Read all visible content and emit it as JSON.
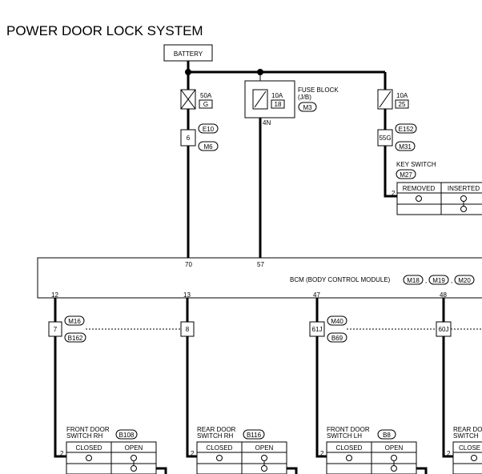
{
  "title": "POWER DOOR LOCK SYSTEM",
  "battery": "BATTERY",
  "fuses": {
    "f50a": {
      "amp": "50A",
      "id": "G"
    },
    "f10a_jb": {
      "amp": "10A",
      "id": "18",
      "block": "FUSE BLOCK",
      "sub": "(J/B)",
      "conn": "M3",
      "terminal": "4N"
    },
    "f10a_right": {
      "amp": "10A",
      "id": "25"
    }
  },
  "connectors": {
    "left_pin": "6",
    "left_c1": "E10",
    "left_c2": "M6",
    "right_pin": "55G",
    "right_c1": "E152",
    "right_c2": "M31"
  },
  "key_switch": {
    "label": "KEY SWITCH",
    "conn": "M27",
    "pin": "2",
    "headers": [
      "REMOVED",
      "INSERTED"
    ]
  },
  "bcm": {
    "label": "BCM (BODY CONTROL MODULE)",
    "conns": [
      "M18",
      "M19",
      "M20"
    ],
    "top_pins": [
      "70",
      "57"
    ],
    "bottom_pins": [
      "12",
      "13",
      "47",
      "48"
    ]
  },
  "mid_connectors": {
    "a_pin": "7",
    "a_c1": "M16",
    "a_c2": "B162",
    "b_pin": "8",
    "c_pin": "61J",
    "c_c1": "M40",
    "c_c2": "B69",
    "d_pin": "60J"
  },
  "switches": [
    {
      "l1": "FRONT DOOR",
      "l2": "SWITCH RH",
      "conn": "B108",
      "pin": "2",
      "h1": "CLOSED",
      "h2": "OPEN"
    },
    {
      "l1": "REAR DOOR",
      "l2": "SWITCH RH",
      "conn": "B116",
      "pin": "2",
      "h1": "CLOSED",
      "h2": "OPEN"
    },
    {
      "l1": "FRONT DOOR",
      "l2": "SWITCH LH",
      "conn": "B8",
      "pin": "2",
      "h1": "CLOSED",
      "h2": "OPEN"
    },
    {
      "l1": "REAR DO",
      "l2": "SWITCH",
      "pin": "2",
      "h1": "CLOSE"
    }
  ]
}
